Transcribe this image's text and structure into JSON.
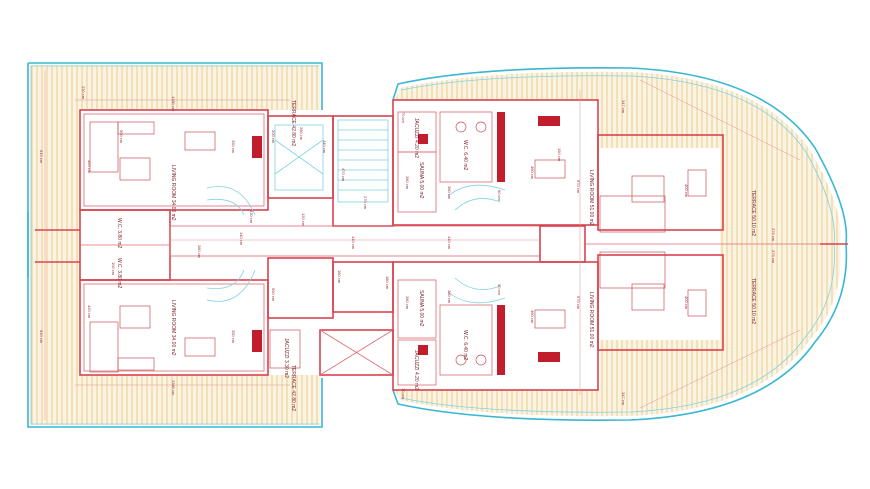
{
  "plan": {
    "rooms": [
      {
        "id": "terrace-top-left",
        "name": "TERRACE",
        "area": "42.80 m2"
      },
      {
        "id": "terrace-bottom-left",
        "name": "TERRACE",
        "area": "42.80 m2"
      },
      {
        "id": "terrace-right-top",
        "name": "TERRACE",
        "area": "50.10 m2"
      },
      {
        "id": "terrace-right-bottom",
        "name": "TERRACE",
        "area": "50.10 m2"
      },
      {
        "id": "living-top-left",
        "name": "LIVING ROOM",
        "area": "34.00 m2"
      },
      {
        "id": "living-bottom-left",
        "name": "LIVING ROOM",
        "area": "34.00 m2"
      },
      {
        "id": "living-top-right",
        "name": "LIVING ROOM",
        "area": "51.00 m2"
      },
      {
        "id": "living-bottom-right",
        "name": "LIVING ROOM",
        "area": "51.00 m2"
      },
      {
        "id": "wc-left-top",
        "name": "W.C.",
        "area": "3.80 m2"
      },
      {
        "id": "wc-left-bottom",
        "name": "W.C.",
        "area": "3.80 m2"
      },
      {
        "id": "wc-right-top",
        "name": "W.C.",
        "area": "6.40 m2"
      },
      {
        "id": "wc-right-bottom",
        "name": "W.C.",
        "area": "6.40 m2"
      },
      {
        "id": "jacuzzi-top",
        "name": "JACUZZI",
        "area": "4.20 m2"
      },
      {
        "id": "jacuzzi-bottom",
        "name": "JACUZZI",
        "area": "4.20 m2"
      },
      {
        "id": "jacuzzi-left",
        "name": "JACUZZI",
        "area": "3.30 m2"
      },
      {
        "id": "sauna-top",
        "name": "SAUNA",
        "area": "5.00 m2"
      },
      {
        "id": "sauna-bottom",
        "name": "SAUNA",
        "area": "5.00 m2"
      }
    ],
    "dimensions": [
      "230 cm",
      "610 cm",
      "1380 cm",
      "420 cm",
      "350 cm",
      "500 cm",
      "280 cm",
      "340 cm",
      "470 cm",
      "270 cm",
      "140 cm",
      "120 cm",
      "100 cm",
      "550 cm",
      "330 cm",
      "347 cm",
      "375 cm",
      "460 cm",
      "570 cm",
      "400 cm",
      "380 cm",
      "280 cm",
      "180 cm",
      "200 cm",
      "150 cm",
      "90 cm",
      "70 cm"
    ],
    "colors": {
      "walls": "#d9434f",
      "terrace_edge": "#39b6d2",
      "stripes": "#f1d9a7",
      "fixtures": "#c21d2c"
    }
  }
}
